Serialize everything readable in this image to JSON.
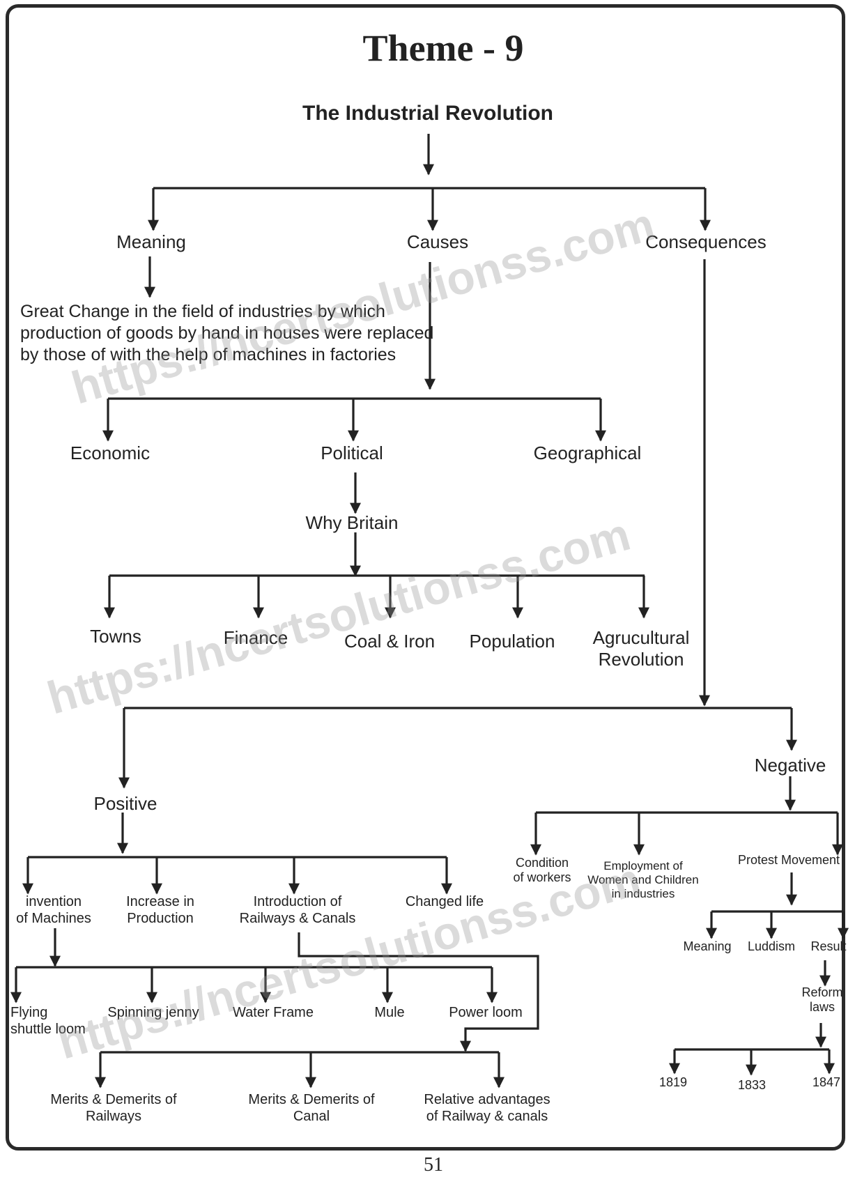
{
  "title": "Theme - 9",
  "page_number": "51",
  "watermark": "https://ncertsolutionss.com",
  "root": "The Industrial Revolution",
  "meaning": {
    "label": "Meaning",
    "text": "Great Change in the field of industries by which production of goods by hand in houses were replaced by those of with the help of machines in factories"
  },
  "causes": {
    "label": "Causes",
    "items": [
      "Economic",
      "Political",
      "Geographical"
    ],
    "why_britain": "Why Britain",
    "britain_factors": [
      "Towns",
      "Finance",
      "Coal & Iron",
      "Population",
      "Agrucultural\nRevolution"
    ]
  },
  "consequences": {
    "label": "Consequences",
    "positive": {
      "label": "Positive",
      "items": [
        "invention\nof Machines",
        "Increase in\nProduction",
        "Introduction of\nRailways & Canals",
        "Changed life"
      ],
      "machines": [
        "Flying\nshuttle loom",
        "Spinning jenny",
        "Water Frame",
        "Mule",
        "Power loom"
      ],
      "railways": [
        "Merits & Demerits of\nRailways",
        "Merits & Demerits of\nCanal",
        "Relative advantages\nof Railway & canals"
      ]
    },
    "negative": {
      "label": "Negative",
      "items": [
        "Condition\nof workers",
        "Employment of\nWomen and Children\nin industries",
        "Protest Movement"
      ],
      "protest": [
        "Meaning",
        "Luddism",
        "Result"
      ],
      "reform": "Reform\nlaws",
      "years": [
        "1819",
        "1833",
        "1847"
      ]
    }
  }
}
